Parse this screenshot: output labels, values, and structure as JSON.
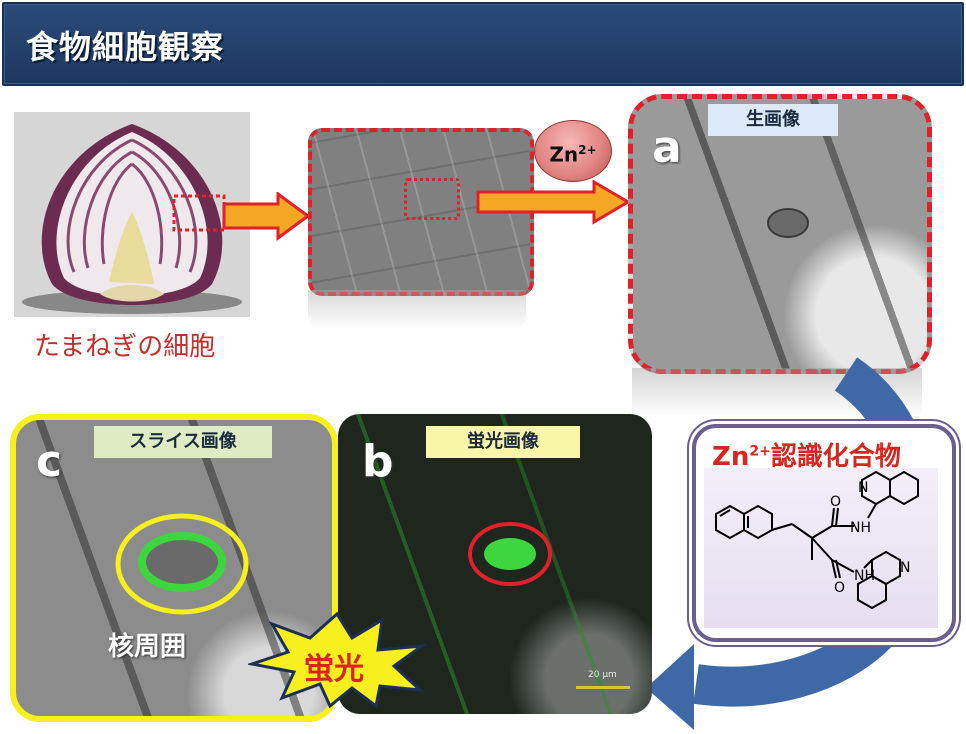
{
  "title": "食物細胞観察",
  "onion": {
    "label": "たまねぎの細胞"
  },
  "zinc": {
    "symbol": "Zn",
    "charge": "2+"
  },
  "panel_a": {
    "letter": "a",
    "tag": "生画像"
  },
  "panel_b": {
    "letter": "b",
    "tag": "蛍光画像",
    "scale": "20 μm"
  },
  "panel_c": {
    "letter": "c",
    "tag": "スライス画像"
  },
  "compound": {
    "title_symbol": "Zn",
    "title_charge": "2+",
    "title_rest": "認識化合物",
    "nh1": "NH",
    "nh2": "NH",
    "n1": "N",
    "n2": "N",
    "o1": "O",
    "o2": "O"
  },
  "nucleus_label": "核周囲",
  "fluorescence_burst": "蛍光",
  "colors": {
    "banner": "#1c3760",
    "dashed_frame": "#e0202a",
    "yellow_frame": "#f7f01e",
    "arrow": "#f5a623",
    "curved_arrow": "#3f69a6",
    "nucleus_glow": "#3ed63e"
  }
}
